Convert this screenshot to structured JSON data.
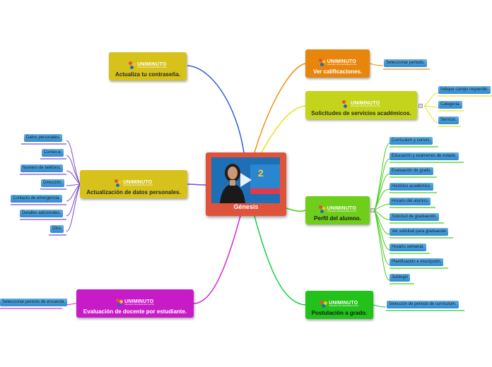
{
  "root": {
    "title": "Génesis",
    "video_number": "2"
  },
  "logo": {
    "brand": "UNIMINUTO",
    "tagline": "Corporación Universitaria Minuto de Dios"
  },
  "branches": [
    {
      "id": "password",
      "label": "Actualiza tu contraseña.",
      "color": "#d6c21a",
      "line": "#2a5fd8",
      "leaves": []
    },
    {
      "id": "personal",
      "label": "Actualización de datos personales.",
      "color": "#d6c21a",
      "line": "#7c4ad2",
      "leaves": [
        "Datos personales.",
        "Correo-e.",
        "Numero de teléfono.",
        "Dirección.",
        "Contacto de emergencia.",
        "Detalles adicionales.",
        "Otro."
      ]
    },
    {
      "id": "eval",
      "label": "Evaluación de docente por estudiante.",
      "color": "#c81bc8",
      "line": "#d42cd4",
      "leaves": [
        "Seleccionar periodo de encuesta."
      ]
    },
    {
      "id": "grades",
      "label": "Ver calificaciones.",
      "color": "#e8850c",
      "line": "#f09018",
      "leaves": [
        "Seleccionar periodo."
      ]
    },
    {
      "id": "requests",
      "label": "Solicitudes de servicios académicos.",
      "color": "#c4d41a",
      "line": "#e5e31a",
      "leaves": [
        "Indique campo requerido.",
        "Categoría.",
        "Servicio."
      ]
    },
    {
      "id": "profile",
      "label": "Perfil del alumno.",
      "color": "#6fce1a",
      "line": "#43d018",
      "leaves": [
        "Currículum y cursos.",
        "Educación y exámenes de estado.",
        "Evaluación de grado.",
        "Histórico académico.",
        "Horario del alumno.",
        "Solicitud de graduación.",
        "Ver solicitud para graduación",
        "Horario semanal.",
        "Planificación e inscripción.",
        "Sublogin"
      ]
    },
    {
      "id": "degree",
      "label": "Postulación a grado.",
      "color": "#22c21a",
      "line": "#1ad04a",
      "leaves": [
        "Selección de periodo de currículum."
      ]
    }
  ]
}
